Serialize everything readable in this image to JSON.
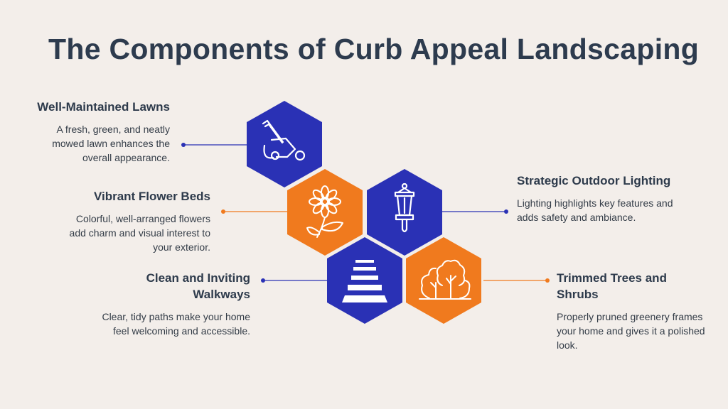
{
  "title": "The Components of Curb Appeal Landscaping",
  "colors": {
    "blue": "#2a31b5",
    "orange": "#f07a1e",
    "text": "#2d3a4b",
    "background": "#f3eeea"
  },
  "items": [
    {
      "heading": "Well-Maintained Lawns",
      "description": "A fresh, green, and neatly mowed lawn enhances the overall appearance.",
      "icon": "lawn-mower-icon"
    },
    {
      "heading": "Vibrant Flower Beds",
      "description": "Colorful, well-arranged flowers add charm and visual interest to your exterior.",
      "icon": "flower-icon"
    },
    {
      "heading": "Strategic Outdoor Lighting",
      "description": "Lighting highlights key features and adds safety and ambiance.",
      "icon": "lantern-icon"
    },
    {
      "heading": "Clean and Inviting Walkways",
      "description": "Clear, tidy paths make your home feel welcoming and accessible.",
      "icon": "walkway-icon"
    },
    {
      "heading": "Trimmed Trees and Shrubs",
      "description": "Properly pruned greenery frames your home and gives it a polished look.",
      "icon": "trees-icon"
    }
  ]
}
